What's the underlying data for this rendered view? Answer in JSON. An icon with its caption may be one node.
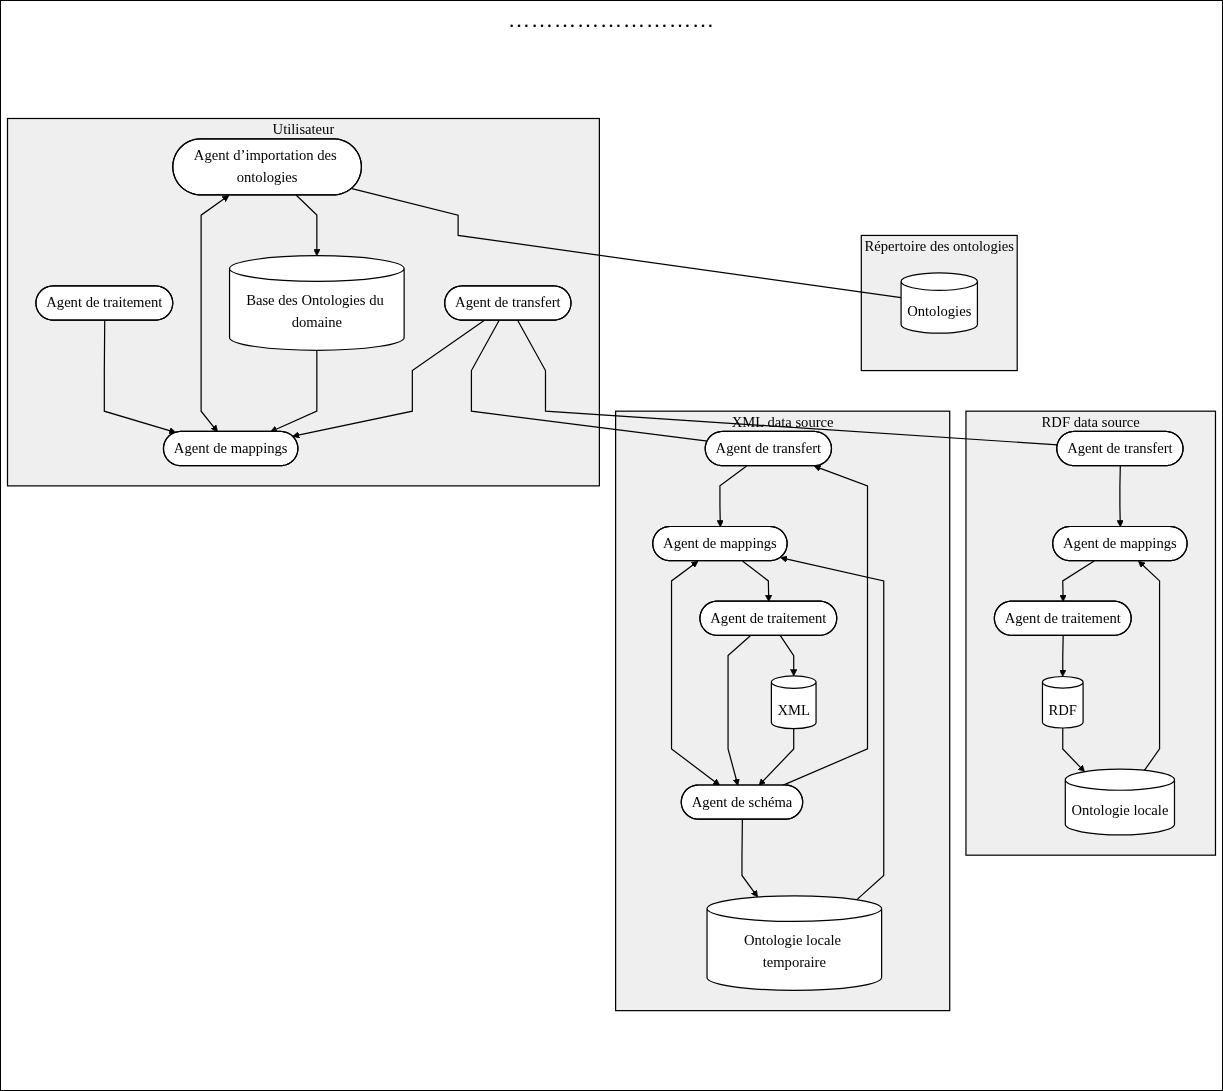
{
  "diagram": {
    "nodes": [
      {
        "text": [
          "Utilisateur"
        ]
      },
      {
        "text": [
          "Agent de traitement"
        ],
        "in": 0
      },
      {
        "text": [
          "Agent d’importation des ontologies"
        ],
        "in": 0
      },
      {
        "text": [
          "Agent de mappings"
        ],
        "in": 0
      },
      {
        "text": [
          "Base des Ontologies du domaine"
        ],
        "in": 0
      },
      {
        "text": [
          "Agent de transfert"
        ],
        "in": 0
      },
      {
        "text": [
          "Répertoire des ontologies"
        ]
      },
      {
        "text": [
          "Ontologies"
        ],
        "in": 6
      },
      {
        "text": [
          "XML data source"
        ]
      },
      {
        "text": [
          "Agent de transfert"
        ],
        "in": 8
      },
      {
        "text": [
          "Ontologie locale temporaire"
        ],
        "in": 8
      },
      {
        "text": [
          "Agent de mappings"
        ],
        "in": 8
      },
      {
        "text": [
          "Agent de schéma"
        ],
        "in": 8
      },
      {
        "text": [
          "Agent de traitement"
        ],
        "in": 8
      },
      {
        "text": [
          "XML"
        ],
        "in": 8
      },
      {
        "text": [
          "RDF data source"
        ]
      },
      {
        "text": [
          "Agent de transfert"
        ],
        "in": 15
      },
      {
        "text": [
          "Ontologie locale"
        ],
        "in": 15
      },
      {
        "text": [
          "Agent de mappings"
        ],
        "in": 15
      },
      {
        "text": [
          "Agent de traitement"
        ],
        "in": 15
      },
      {
        "text": [
          "RDF"
        ],
        "in": 15
      }
    ],
    "edges": [
      {
        "from": 1,
        "to": 3,
        "arrow": "to"
      },
      {
        "from": 2,
        "to": 3,
        "arrow": "both"
      },
      {
        "from": 2,
        "to": 4,
        "arrow": "to"
      },
      {
        "from": 4,
        "to": 3,
        "arrow": "to"
      },
      {
        "from": 5,
        "to": 3,
        "arrow": "to"
      },
      {
        "from": 2,
        "to": 7,
        "arrow": "none"
      },
      {
        "from": 5,
        "to": 9,
        "arrow": "none"
      },
      {
        "from": 5,
        "to": 16,
        "arrow": "none"
      },
      {
        "from": 9,
        "to": 11,
        "arrow": "to"
      },
      {
        "from": 10,
        "to": 11,
        "arrow": "to"
      },
      {
        "from": 11,
        "to": 12,
        "arrow": "both"
      },
      {
        "from": 12,
        "to": 10,
        "arrow": "to"
      },
      {
        "from": 12,
        "to": 9,
        "arrow": "to"
      },
      {
        "from": 11,
        "to": 13,
        "arrow": "to"
      },
      {
        "from": 13,
        "to": 12,
        "arrow": "to"
      },
      {
        "from": 13,
        "to": 14,
        "arrow": "to"
      },
      {
        "from": 14,
        "to": 12,
        "arrow": "to"
      },
      {
        "from": 16,
        "to": 18,
        "arrow": "to"
      },
      {
        "from": 17,
        "to": 18,
        "arrow": "to"
      },
      {
        "from": 18,
        "to": 19,
        "arrow": "to"
      },
      {
        "from": 19,
        "to": 20,
        "arrow": "to"
      },
      {
        "from": 20,
        "to": 17,
        "arrow": "to"
      }
    ],
    "labels": [
      "………………………"
    ]
  }
}
